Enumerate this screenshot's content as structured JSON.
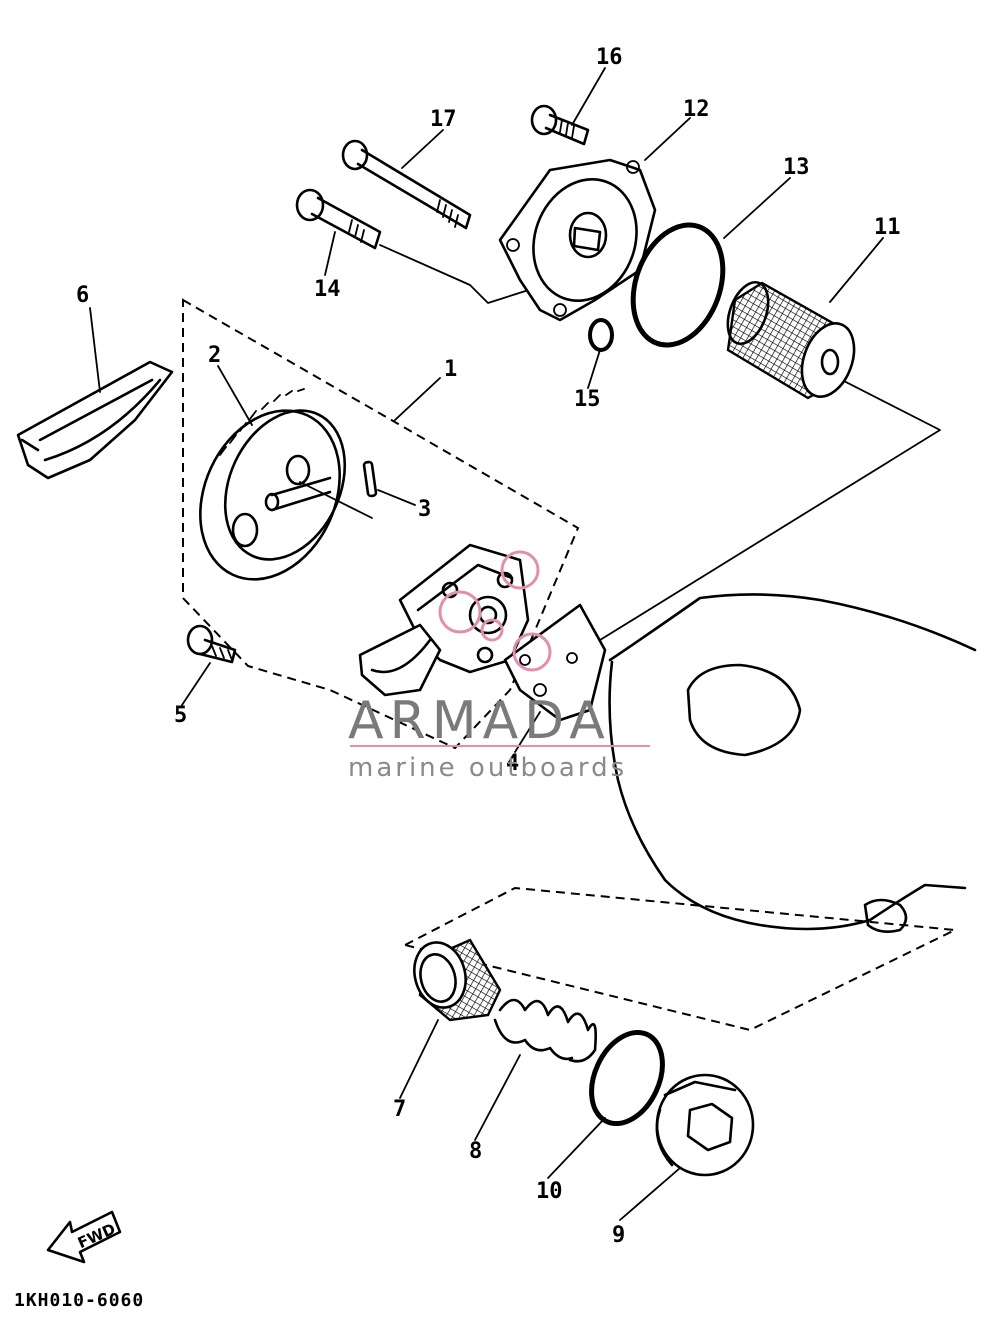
{
  "labels": {
    "p1": "1",
    "p2": "2",
    "p3": "3",
    "p4": "4",
    "p5": "5",
    "p6": "6",
    "p7": "7",
    "p8": "8",
    "p9": "9",
    "p10": "10",
    "p11": "11",
    "p12": "12",
    "p13": "13",
    "p14": "14",
    "p15": "15",
    "p16": "16",
    "p17": "17"
  },
  "fwd_arrow": "FWD",
  "diagram_code": "1KH010-6060",
  "watermark": {
    "brand": "ARMADA",
    "sub": "marine outboards",
    "accent_color": "#e08fb0"
  }
}
